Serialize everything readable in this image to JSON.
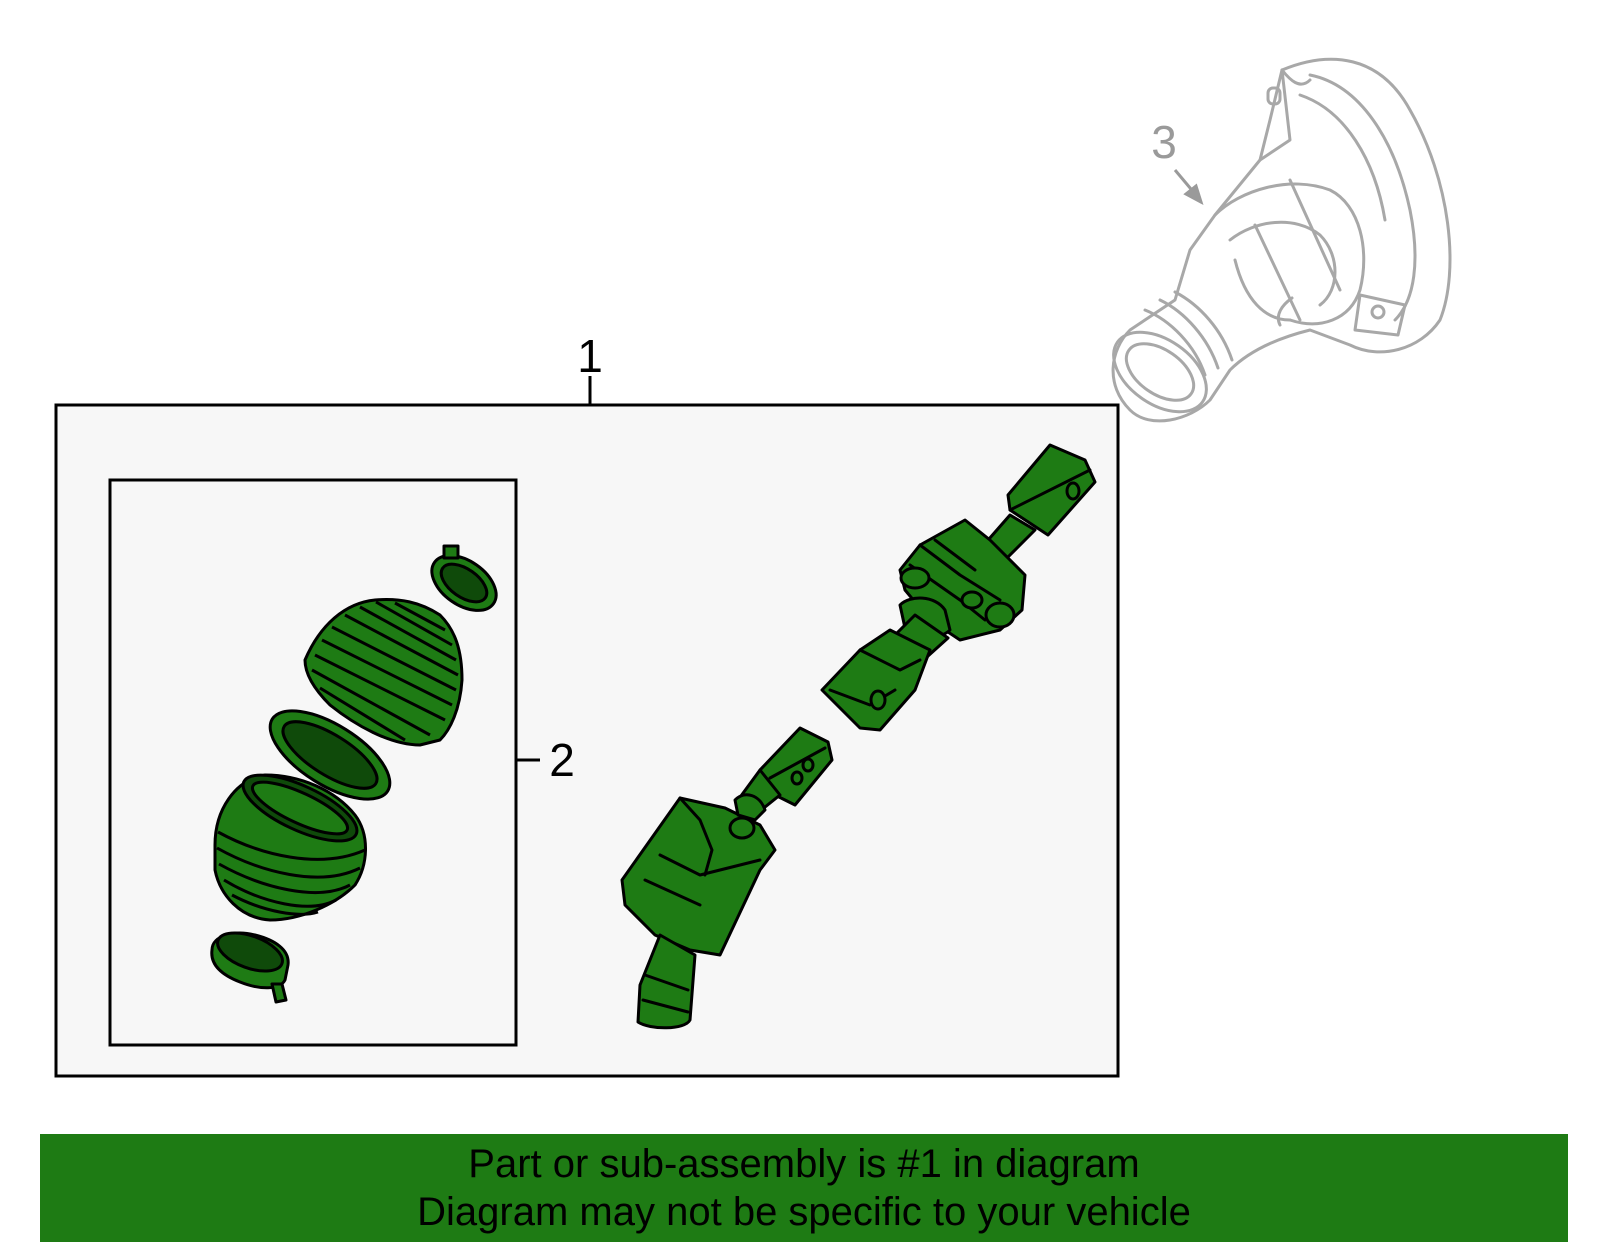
{
  "callouts": {
    "part_1": "1",
    "part_2": "2",
    "part_3": "3"
  },
  "banner": {
    "line_1": "Part or sub-assembly is #1 in diagram",
    "line_2": "Diagram may not be specific to your vehicle"
  },
  "colors": {
    "part_fill": "#1e7b14",
    "outline": "#000000",
    "ghost_outline": "#a8a8a8",
    "box_fill": "#f7f7f7",
    "banner_bg": "#1e7b14"
  }
}
